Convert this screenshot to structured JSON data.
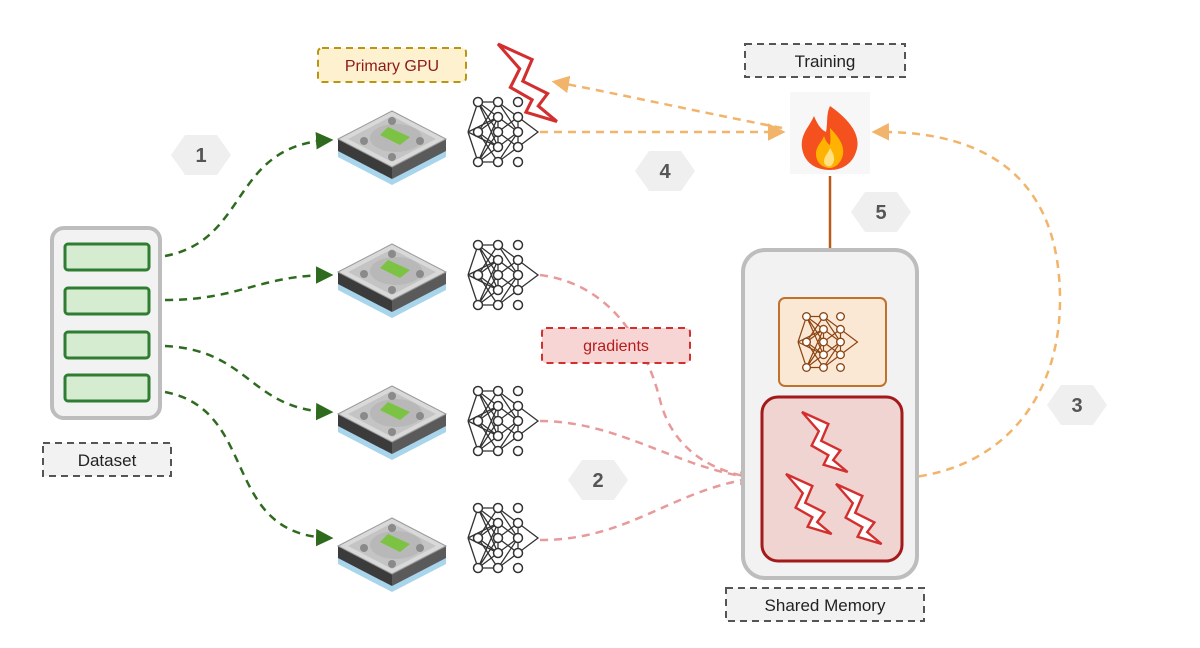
{
  "labels": {
    "primary_gpu": "Primary GPU",
    "training": "Training",
    "dataset": "Dataset",
    "gradients": "gradients",
    "shared_memory": "Shared Memory"
  },
  "steps": {
    "s1": "1",
    "s2": "2",
    "s3": "3",
    "s4": "4",
    "s5": "5"
  },
  "colors": {
    "dataset_arrow": "#2e6b1e",
    "gradient_arrow": "#e89a9a",
    "training_arrow": "#f2b46a",
    "update_arrow": "#b85c1c",
    "primary_gpu_fill": "#fdf1cf",
    "primary_gpu_text": "#8b1a1a",
    "gradients_fill": "#f7d5d5",
    "gradients_text": "#b71c1c",
    "model_box_fill": "#fbe8d4",
    "model_box_stroke": "#c0712a",
    "grad_box_fill": "#efd4d2",
    "grad_box_stroke": "#a31a1a",
    "hex_fill": "#efefef",
    "hex_text": "#555555"
  },
  "icons": {
    "gpus": [
      "hard-drive-icon",
      "hard-drive-icon",
      "hard-drive-icon",
      "hard-drive-icon"
    ],
    "nets": [
      "neural-network-icon",
      "neural-network-icon",
      "neural-network-icon",
      "neural-network-icon"
    ],
    "training": "fire-icon",
    "gradient": "lightning-bolt-icon"
  }
}
